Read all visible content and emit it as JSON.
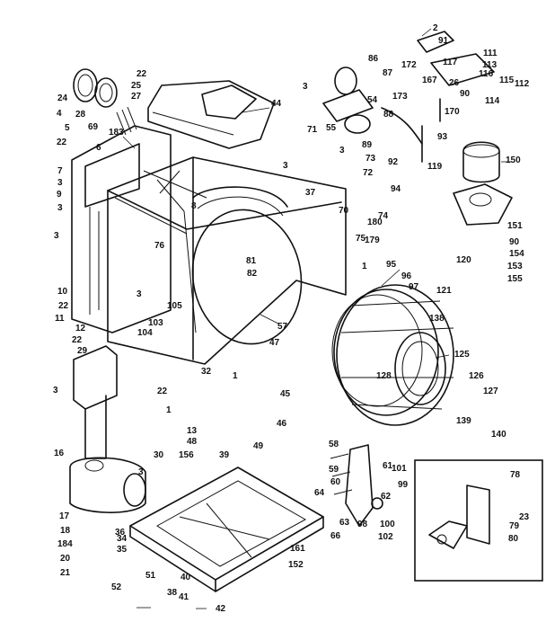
{
  "colors": {
    "ink": "#111111",
    "paper": "#ffffff"
  },
  "callouts": [
    {
      "id": "c2",
      "text": "2"
    },
    {
      "id": "c91",
      "text": "91"
    },
    {
      "id": "c111",
      "text": "111"
    },
    {
      "id": "c117",
      "text": "117"
    },
    {
      "id": "c113",
      "text": "113"
    },
    {
      "id": "c116",
      "text": "116"
    },
    {
      "id": "c115",
      "text": "115"
    },
    {
      "id": "c112",
      "text": "112"
    },
    {
      "id": "c114",
      "text": "114"
    },
    {
      "id": "c26",
      "text": "26"
    },
    {
      "id": "c90a",
      "text": "90"
    },
    {
      "id": "c172",
      "text": "172"
    },
    {
      "id": "c167",
      "text": "167"
    },
    {
      "id": "c173",
      "text": "173"
    },
    {
      "id": "c170",
      "text": "170"
    },
    {
      "id": "c93",
      "text": "93"
    },
    {
      "id": "c86",
      "text": "86"
    },
    {
      "id": "c87",
      "text": "87"
    },
    {
      "id": "c3a",
      "text": "3"
    },
    {
      "id": "c54",
      "text": "54"
    },
    {
      "id": "c88",
      "text": "88"
    },
    {
      "id": "c55",
      "text": "55"
    },
    {
      "id": "c89",
      "text": "89"
    },
    {
      "id": "c22a",
      "text": "22"
    },
    {
      "id": "c25",
      "text": "25"
    },
    {
      "id": "c27",
      "text": "27"
    },
    {
      "id": "c24",
      "text": "24"
    },
    {
      "id": "c4",
      "text": "4"
    },
    {
      "id": "c28",
      "text": "28"
    },
    {
      "id": "c69",
      "text": "69"
    },
    {
      "id": "c44",
      "text": "44"
    },
    {
      "id": "c183",
      "text": "183"
    },
    {
      "id": "c5",
      "text": "5"
    },
    {
      "id": "c22b",
      "text": "22"
    },
    {
      "id": "c6",
      "text": "6"
    },
    {
      "id": "c7",
      "text": "7"
    },
    {
      "id": "c3b",
      "text": "3"
    },
    {
      "id": "c9",
      "text": "9"
    },
    {
      "id": "c3c",
      "text": "3"
    },
    {
      "id": "c71",
      "text": "71"
    },
    {
      "id": "c3d",
      "text": "3"
    },
    {
      "id": "c92",
      "text": "92"
    },
    {
      "id": "c119",
      "text": "119"
    },
    {
      "id": "c73",
      "text": "73"
    },
    {
      "id": "c72",
      "text": "72"
    },
    {
      "id": "c150",
      "text": "150"
    },
    {
      "id": "c3e",
      "text": "3"
    },
    {
      "id": "c37",
      "text": "37"
    },
    {
      "id": "c8",
      "text": "8"
    },
    {
      "id": "c94",
      "text": "94"
    },
    {
      "id": "c70",
      "text": "70"
    },
    {
      "id": "c74",
      "text": "74"
    },
    {
      "id": "c180",
      "text": "180"
    },
    {
      "id": "c76",
      "text": "76"
    },
    {
      "id": "c75",
      "text": "75"
    },
    {
      "id": "c179",
      "text": "179"
    },
    {
      "id": "c151",
      "text": "151"
    },
    {
      "id": "c90b",
      "text": "90"
    },
    {
      "id": "c154",
      "text": "154"
    },
    {
      "id": "c3f",
      "text": "3"
    },
    {
      "id": "c81",
      "text": "81"
    },
    {
      "id": "c82",
      "text": "82"
    },
    {
      "id": "c1a",
      "text": "1"
    },
    {
      "id": "c95",
      "text": "95"
    },
    {
      "id": "c120",
      "text": "120"
    },
    {
      "id": "c153",
      "text": "153"
    },
    {
      "id": "c96",
      "text": "96"
    },
    {
      "id": "c155",
      "text": "155"
    },
    {
      "id": "c121",
      "text": "121"
    },
    {
      "id": "c10",
      "text": "10"
    },
    {
      "id": "c22c",
      "text": "22"
    },
    {
      "id": "c3g",
      "text": "3"
    },
    {
      "id": "c97",
      "text": "97"
    },
    {
      "id": "c11",
      "text": "11"
    },
    {
      "id": "c105",
      "text": "105"
    },
    {
      "id": "c103",
      "text": "103"
    },
    {
      "id": "c12",
      "text": "12"
    },
    {
      "id": "c104",
      "text": "104"
    },
    {
      "id": "c138",
      "text": "138"
    },
    {
      "id": "c22d",
      "text": "22"
    },
    {
      "id": "c57",
      "text": "57"
    },
    {
      "id": "c29",
      "text": "29"
    },
    {
      "id": "c47",
      "text": "47"
    },
    {
      "id": "c125",
      "text": "125"
    },
    {
      "id": "c32",
      "text": "32"
    },
    {
      "id": "c1b",
      "text": "1"
    },
    {
      "id": "c128",
      "text": "128"
    },
    {
      "id": "c126",
      "text": "126"
    },
    {
      "id": "c3h",
      "text": "3"
    },
    {
      "id": "c22e",
      "text": "22"
    },
    {
      "id": "c127",
      "text": "127"
    },
    {
      "id": "c45",
      "text": "45"
    },
    {
      "id": "c1c",
      "text": "1"
    },
    {
      "id": "c13",
      "text": "13"
    },
    {
      "id": "c48",
      "text": "48"
    },
    {
      "id": "c139",
      "text": "139"
    },
    {
      "id": "c46",
      "text": "46"
    },
    {
      "id": "c140",
      "text": "140"
    },
    {
      "id": "c16",
      "text": "16"
    },
    {
      "id": "c30",
      "text": "30"
    },
    {
      "id": "c156",
      "text": "156"
    },
    {
      "id": "c39",
      "text": "39"
    },
    {
      "id": "c49",
      "text": "49"
    },
    {
      "id": "c58",
      "text": "58"
    },
    {
      "id": "c59",
      "text": "59"
    },
    {
      "id": "c60",
      "text": "60"
    },
    {
      "id": "c61",
      "text": "61"
    },
    {
      "id": "c101",
      "text": "101"
    },
    {
      "id": "c78",
      "text": "78"
    },
    {
      "id": "c3i",
      "text": "3"
    },
    {
      "id": "c99",
      "text": "99"
    },
    {
      "id": "c62",
      "text": "62"
    },
    {
      "id": "c64",
      "text": "64"
    },
    {
      "id": "c17",
      "text": "17"
    },
    {
      "id": "c23",
      "text": "23"
    },
    {
      "id": "c18",
      "text": "18"
    },
    {
      "id": "c36",
      "text": "36"
    },
    {
      "id": "c63",
      "text": "63"
    },
    {
      "id": "c98",
      "text": "98"
    },
    {
      "id": "c100",
      "text": "100"
    },
    {
      "id": "c79",
      "text": "79"
    },
    {
      "id": "c184",
      "text": "184"
    },
    {
      "id": "c66",
      "text": "66"
    },
    {
      "id": "c102",
      "text": "102"
    },
    {
      "id": "c80",
      "text": "80"
    },
    {
      "id": "c34",
      "text": "34"
    },
    {
      "id": "c20",
      "text": "20"
    },
    {
      "id": "c35",
      "text": "35"
    },
    {
      "id": "c161",
      "text": "161"
    },
    {
      "id": "c21",
      "text": "21"
    },
    {
      "id": "c51",
      "text": "51"
    },
    {
      "id": "c152",
      "text": "152"
    },
    {
      "id": "c38",
      "text": "38"
    },
    {
      "id": "c52",
      "text": "52"
    },
    {
      "id": "c40",
      "text": "40"
    },
    {
      "id": "c41",
      "text": "41"
    },
    {
      "id": "c42",
      "text": "42"
    }
  ]
}
